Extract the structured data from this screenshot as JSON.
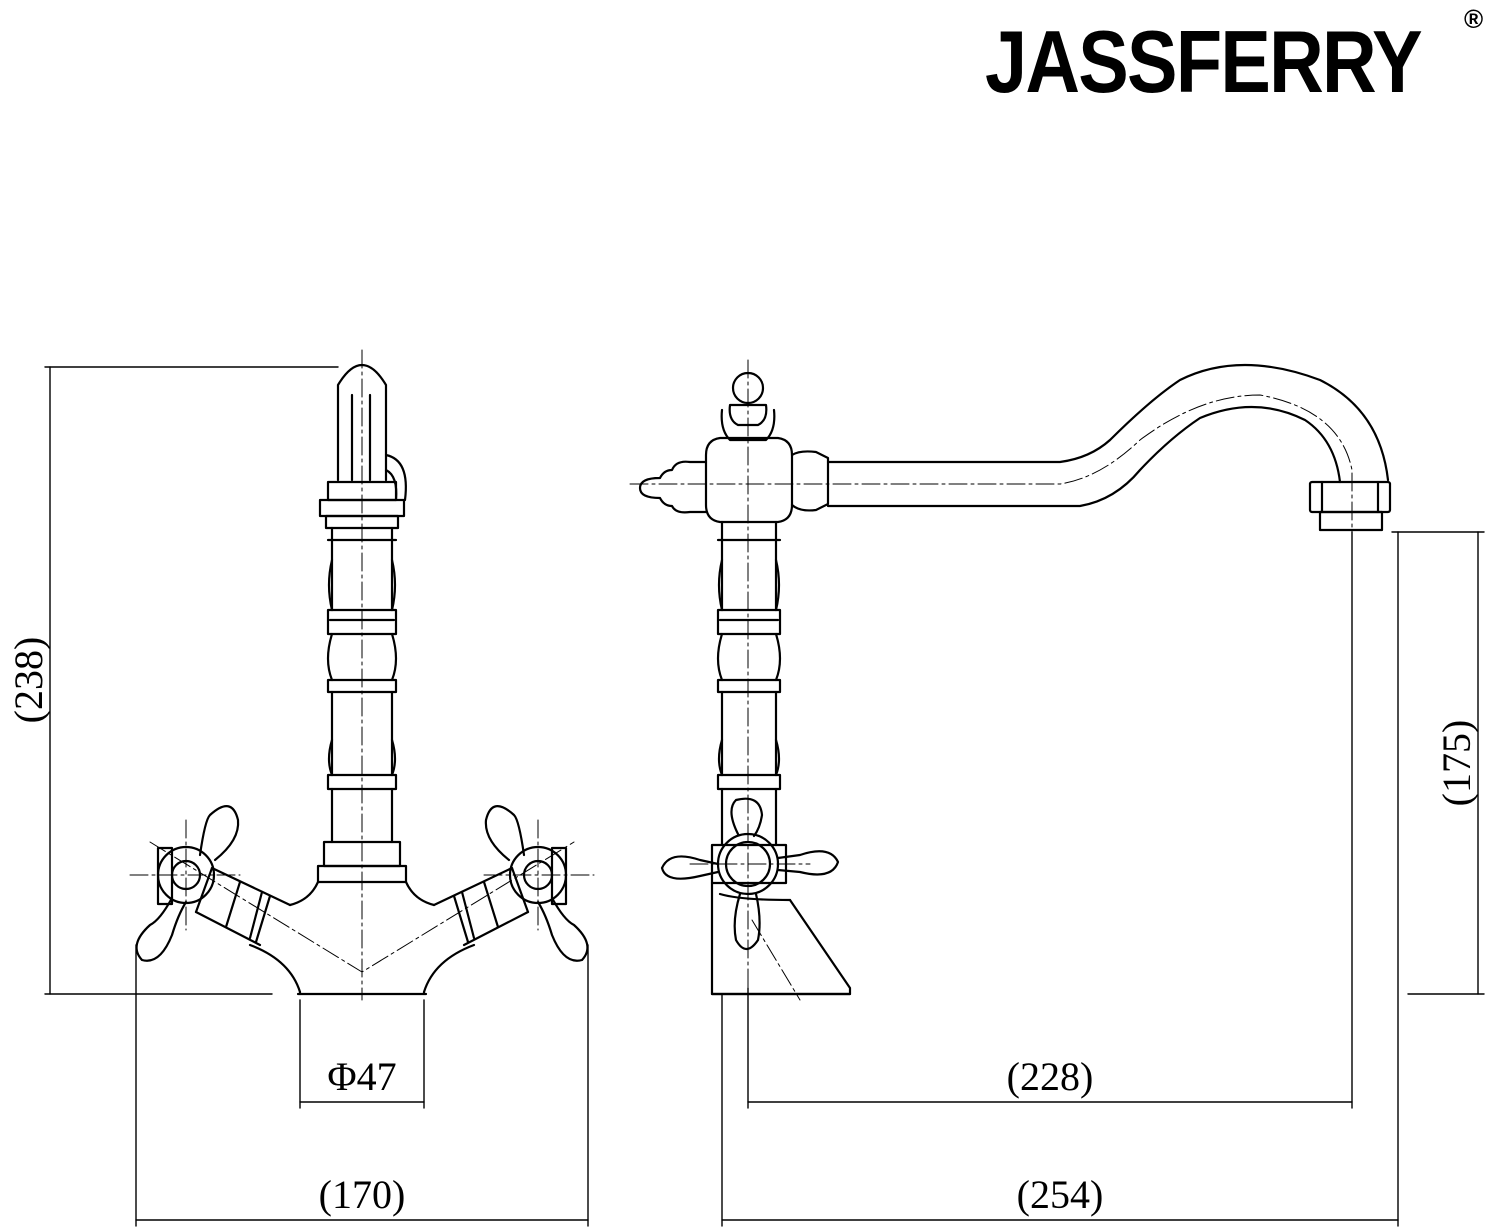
{
  "brand": {
    "name": "JASSFERRY",
    "mark": "®"
  },
  "dimensions": {
    "height_total": "(238)",
    "base_diameter": "Φ47",
    "width_front": "(170)",
    "spout_height": "(175)",
    "spout_reach": "(228)",
    "depth_total": "(254)"
  },
  "colors": {
    "line": "#000000",
    "background": "#ffffff"
  }
}
